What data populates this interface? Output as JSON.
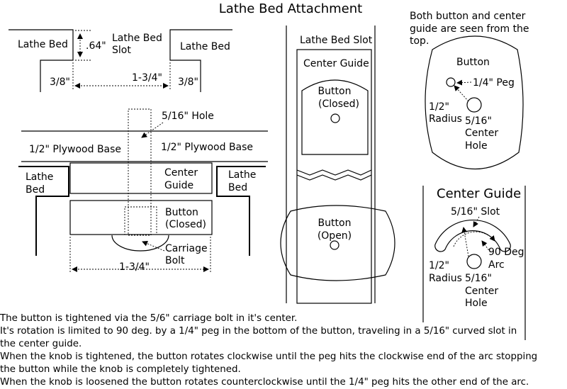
{
  "title": "Lathe Bed Attachment",
  "top_note": [
    "Both button and center",
    "guide are seen from the",
    "top."
  ],
  "section": {
    "lathe_bed_left": "Lathe Bed",
    "lathe_bed_right": "Lathe Bed",
    "slot_label": [
      "Lathe Bed",
      "Slot"
    ],
    "depth": ".64\"",
    "left_dim": "3/8\"",
    "right_dim": "3/8\"",
    "slot_width": "1-3/4\""
  },
  "assembly": {
    "hole": "5/16\" Hole",
    "base_left": "1/2\" Plywood Base",
    "base_right": "1/2\" Plywood Base",
    "lathe_bed_left": [
      "Lathe",
      "Bed"
    ],
    "lathe_bed_right": [
      "Lathe",
      "Bed"
    ],
    "center_guide": [
      "Center",
      "Guide"
    ],
    "button": [
      "Button",
      "(Closed)"
    ],
    "carriage_bolt": [
      "Carriage",
      "Bolt"
    ],
    "width": "1-3/4\""
  },
  "slot_view": {
    "title": "Lathe Bed Slot",
    "center_guide": "Center Guide",
    "button_closed": [
      "Button",
      "(Closed)"
    ],
    "button_open": [
      "Button",
      "(Open)"
    ]
  },
  "button_view": {
    "title": "Button",
    "peg": "1/4\" Peg",
    "radius": [
      "1/2\"",
      "Radius"
    ],
    "center_hole": [
      "5/16\"",
      "Center",
      "Hole"
    ]
  },
  "guide_view": {
    "title": "Center Guide",
    "slot": "5/16\" Slot",
    "arc": [
      "90 Deg",
      "Arc"
    ],
    "radius": [
      "1/2\"",
      "Radius"
    ],
    "center_hole": [
      "5/16\"",
      "Center",
      "Hole"
    ]
  },
  "description": [
    "The button is tightened via the 5/6\" carriage bolt in it's center.",
    "It's rotation is limited to 90 deg. by a 1/4\" peg in the bottom of the button, traveling in a 5/16\" curved slot in",
    "the center guide.",
    "When the knob is tightened, the button rotates clockwise until the peg hits the clockwise end of the arc stopping",
    "the button while the knob is completely tightened.",
    "When the knob is loosened the button rotates counterclockwise until the 1/4\" peg hits the other end of the arc."
  ]
}
